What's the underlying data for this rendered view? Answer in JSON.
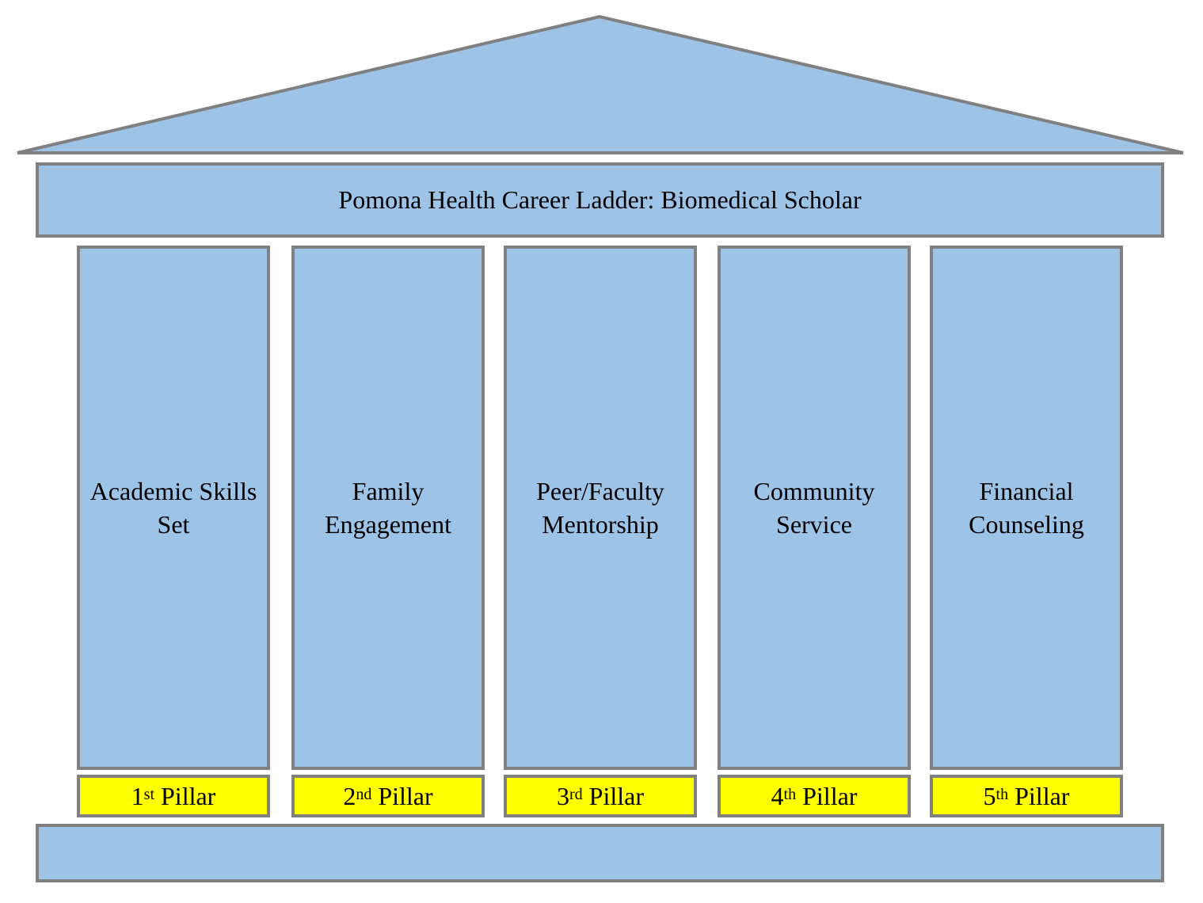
{
  "diagram": {
    "beam_text": "Pomona Health Career Ladder: Biomedical Scholar",
    "pillars": [
      {
        "line1": "Academic Skills",
        "line2": "Set",
        "num": "1",
        "sup": "st",
        "word": "Pillar"
      },
      {
        "line1": "Family",
        "line2": "Engagement",
        "num": "2",
        "sup": "nd",
        "word": "Pillar"
      },
      {
        "line1": "Peer/Faculty",
        "line2": "Mentorship",
        "num": "3",
        "sup": "rd",
        "word": "Pillar"
      },
      {
        "line1": "Community",
        "line2": "Service",
        "num": "4",
        "sup": "th",
        "word": "Pillar"
      },
      {
        "line1": "Financial",
        "line2": "Counseling",
        "num": "5",
        "sup": "th",
        "word": "Pillar"
      }
    ]
  },
  "colors": {
    "fill": "#9dc3e6",
    "border": "#808080",
    "tag_fill": "#ffff00"
  }
}
